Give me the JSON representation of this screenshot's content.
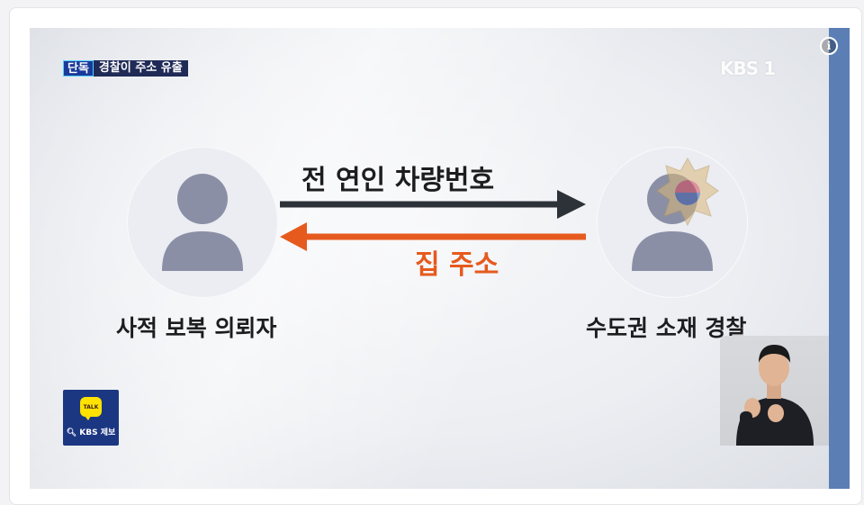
{
  "header": {
    "tag": "단독",
    "title": "경찰이 주소 유출",
    "logo": "KBS 1"
  },
  "diagram": {
    "left_label": "사적 보복 의뢰자",
    "right_label": "수도권 소재 경찰",
    "arrow_right_text": "전 연인 차량번호",
    "arrow_left_text": "집 주소"
  },
  "tip_button": {
    "bubble": "TALK",
    "label": "KBS 제보"
  },
  "info_button": {
    "label": "i"
  },
  "colors": {
    "badge_tag": "#1a3a9a",
    "badge_title": "#1f2a56",
    "arrow_dark": "#2d3138",
    "arrow_orange": "#e65a1e",
    "person": "#8b8fa6",
    "side_bar": "#5b7fb5",
    "kakao_yellow": "#ffe200"
  },
  "icons": [
    "person-icon",
    "police-emblem-icon",
    "kakao-talk-icon",
    "search-icon",
    "info-icon",
    "sign-language-interpreter"
  ]
}
